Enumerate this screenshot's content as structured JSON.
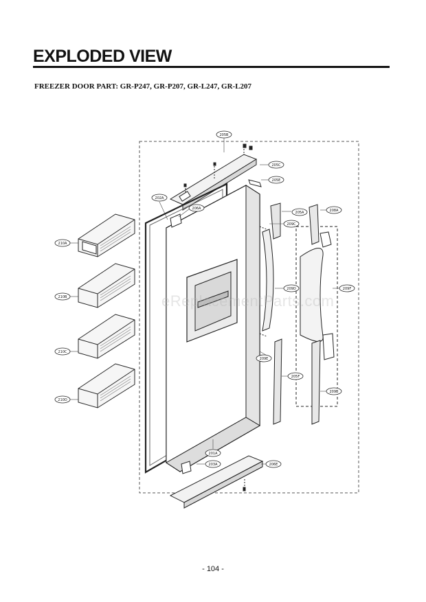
{
  "header": {
    "title": "EXPLODED VIEW",
    "subtitle": "FREEZER DOOR PART: GR-P247, GR-P207, GR-L247, GR-L207"
  },
  "diagram": {
    "callouts": [
      {
        "id": "c205b",
        "label": "205B"
      },
      {
        "id": "c205c",
        "label": "205C"
      },
      {
        "id": "c205e",
        "label": "205E"
      },
      {
        "id": "c202a",
        "label": "202A"
      },
      {
        "id": "c206a",
        "label": "206A"
      },
      {
        "id": "c205a",
        "label": "205A"
      },
      {
        "id": "c208a",
        "label": "208A"
      },
      {
        "id": "c209c",
        "label": "209C"
      },
      {
        "id": "c210a",
        "label": "210A"
      },
      {
        "id": "c210b",
        "label": "210B"
      },
      {
        "id": "c209d",
        "label": "209D"
      },
      {
        "id": "c209f",
        "label": "209F"
      },
      {
        "id": "c210c",
        "label": "210C"
      },
      {
        "id": "c209e",
        "label": "209E"
      },
      {
        "id": "c205f",
        "label": "205F"
      },
      {
        "id": "c210d",
        "label": "210D"
      },
      {
        "id": "c209b",
        "label": "209B"
      },
      {
        "id": "c201a",
        "label": "201A"
      },
      {
        "id": "c203a",
        "label": "203A"
      },
      {
        "id": "c206e",
        "label": "206E"
      }
    ]
  },
  "watermark": "eReplacementParts.com",
  "footer": {
    "page_number": "- 104 -"
  }
}
